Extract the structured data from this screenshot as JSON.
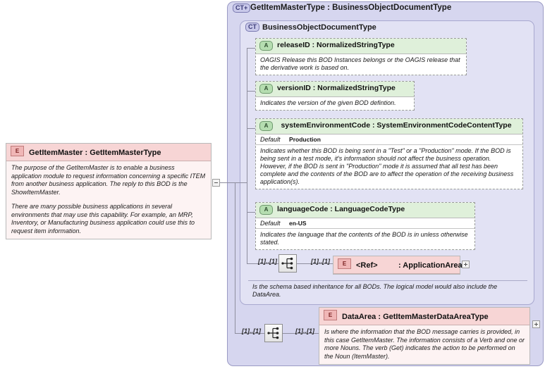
{
  "diagram": {
    "type": "xsd-schema-diagram",
    "title": "GetItemMaster XSD structure"
  },
  "left_element": {
    "badge": "E",
    "title": "GetItemMaster  :  GetItemMasterType",
    "doc_p1": "The purpose of the GetItemMaster is to enable a business application module to request information concerning a specific ITEM from another business application.   The reply to this BOD is the ShowItemMaster.",
    "doc_p2": "There are many possible business applications in several environments that may use this capability.  For example, an MRP, Inventory, or Manufacturing business application could use this to request item information.",
    "collapse_handle": "minus"
  },
  "complex_type_panel": {
    "badge": "CT+",
    "title": "GetItemMasterType  :  BusinessObjectDocumentType"
  },
  "inner_panel": {
    "badge": "CT",
    "title": "BusinessObjectDocumentType",
    "inheritance_note": "Is the schema based inheritance for all BODs. The logical model would also include the DataArea."
  },
  "attributes": [
    {
      "badge": "A",
      "name": "releaseID",
      "type": "NormalizedStringType",
      "title": "releaseID  :  NormalizedStringType",
      "default_label": null,
      "default_value": null,
      "doc": "OAGIS Release this BOD Instances belongs or the OAGIS release that the derivative work is based on."
    },
    {
      "badge": "A",
      "name": "versionID",
      "type": "NormalizedStringType",
      "title": "versionID  :  NormalizedStringType",
      "default_label": null,
      "default_value": null,
      "doc": "Indicates the version of the given BOD defintion."
    },
    {
      "badge": "A",
      "name": "systemEnvironmentCode",
      "type": "SystemEnvironmentCodeContentType",
      "title": "systemEnvironmentCode  :  SystemEnvironmentCodeContentType",
      "default_label": "Default",
      "default_value": "Production",
      "doc": "Indicates whether this BOD is being sent in a \"Test\" or a \"Production\" mode. If the BOD is being sent in a test mode, it's information should not affect the business operation. However, if the BOD is sent in \"Production\" mode it is assumed that all test has been complete and the contents of the BOD are to affect the operation of the receiving business application(s)."
    },
    {
      "badge": "A",
      "name": "languageCode",
      "type": "LanguageCodeType",
      "title": "languageCode  :  LanguageCodeType",
      "default_label": "Default",
      "default_value": "en-US",
      "doc": "Indicates the language that the contents of the BOD is in unless otherwise stated."
    }
  ],
  "application_area": {
    "badge": "E",
    "ref": "<Ref>",
    "separator": ": ApplicationArea",
    "cardinality_left": "[1]..[1]",
    "cardinality_right": "[1]..[1]",
    "expand_handle": "plus"
  },
  "data_area": {
    "badge": "E",
    "title": "DataArea : GetItemMasterDataAreaType",
    "doc": "Is where the information that the BOD message carries is provided, in this case GetItemMaster. The information consists of a Verb and one or more Nouns. The verb (Get) indicates the action to be performed on the Noun (ItemMaster).",
    "cardinality_left": "[1]..[1]",
    "cardinality_right": "[1]..[1]",
    "expand_handle": "plus"
  },
  "compositors": [
    {
      "name": "sequence-top",
      "icon": "sequence-icon"
    },
    {
      "name": "sequence-bottom",
      "icon": "sequence-icon"
    }
  ],
  "colors": {
    "panel_outer": "#d6d6ef",
    "panel_inner": "#e2e2f4",
    "attribute_header": "#dff0da",
    "attribute_body": "#ffffff",
    "element_header": "#f7d5d5",
    "element_body": "#fdf3f3",
    "connector": "#8e8e9e"
  }
}
